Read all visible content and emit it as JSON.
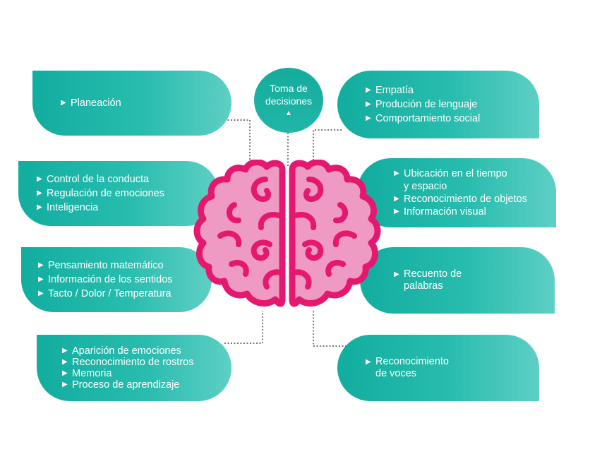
{
  "center": {
    "label_line1": "Toma de",
    "label_line2": "decisiones"
  },
  "left_boxes": [
    {
      "items": [
        {
          "text": "Planeación"
        }
      ]
    },
    {
      "items": [
        {
          "text": "Control de la conducta"
        },
        {
          "text": "Regulación de emociones"
        },
        {
          "text": "Inteligencia"
        }
      ]
    },
    {
      "items": [
        {
          "text": "Pensamiento matemático"
        },
        {
          "text": "Información de los sentidos"
        },
        {
          "text": "Tacto / Dolor / Temperatura"
        }
      ]
    },
    {
      "items": [
        {
          "text": "Aparición de emociones"
        },
        {
          "text": "Reconocimiento de rostros"
        },
        {
          "text": "Memoria"
        },
        {
          "text": "Proceso de aprendizaje"
        }
      ]
    }
  ],
  "right_boxes": [
    {
      "items": [
        {
          "text": "Empatía"
        },
        {
          "text": "Produción de lenguaje"
        },
        {
          "text": "Comportamiento social"
        }
      ]
    },
    {
      "items": [
        {
          "text": "Ubicación en el tiempo",
          "cont": "y espacio"
        },
        {
          "text": "Reconocimiento de objetos"
        },
        {
          "text": "Información visual"
        }
      ]
    },
    {
      "items": [
        {
          "text": "Recuento de",
          "cont": "palabras"
        }
      ]
    },
    {
      "items": [
        {
          "text": "Reconocimiento",
          "cont": "de voces"
        }
      ]
    }
  ],
  "colors": {
    "teal": "#1cb3a5",
    "brain_fill": "#ef9ac3",
    "brain_stroke": "#e5186f",
    "connector": "#444444"
  },
  "icons": {
    "bullet": "right-triangle-bullet",
    "center_marker": "up-triangle-icon"
  }
}
